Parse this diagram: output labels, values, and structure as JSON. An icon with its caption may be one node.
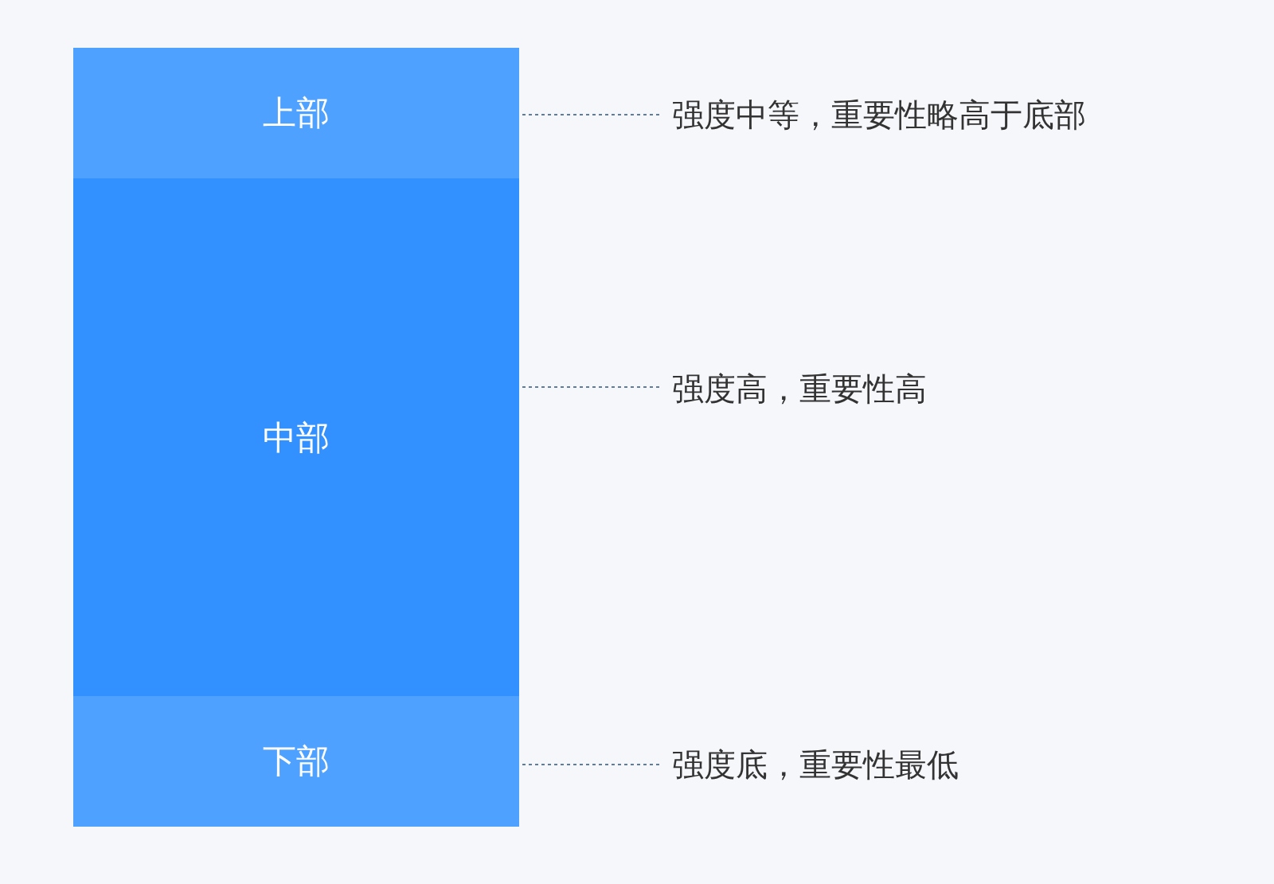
{
  "diagram": {
    "nodes": [
      {
        "text": [
          "上部"
        ]
      },
      {
        "text": [
          "中部"
        ]
      },
      {
        "text": [
          "下部"
        ]
      },
      {
        "text": [
          "强度中等，重要性略高于底部"
        ]
      },
      {
        "text": [
          "强度高，重要性高"
        ]
      },
      {
        "text": [
          "强度底，重要性最低"
        ]
      }
    ],
    "edges": [
      {
        "from": 0,
        "to": 3,
        "arrow": "none",
        "style": "dashed"
      },
      {
        "from": 1,
        "to": 4,
        "arrow": "none",
        "style": "dashed"
      },
      {
        "from": 2,
        "to": 5,
        "arrow": "none",
        "style": "dashed"
      }
    ]
  }
}
